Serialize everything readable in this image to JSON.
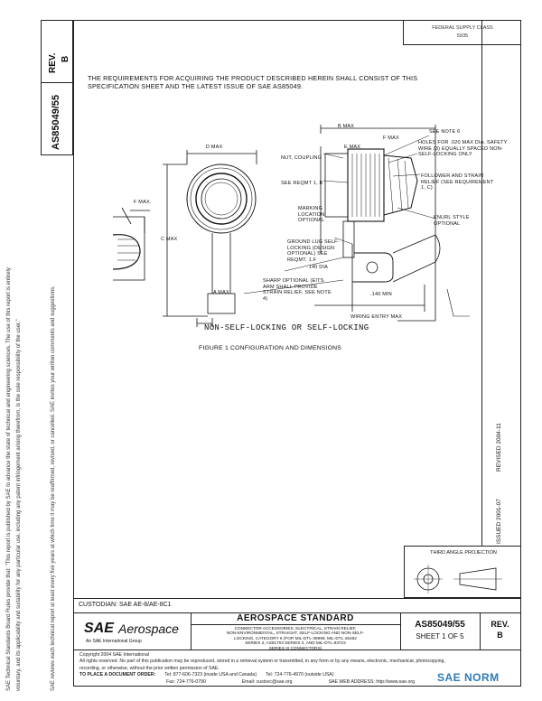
{
  "left_margin": {
    "rev_label": "REV.",
    "rev_value": "B",
    "doc_number": "AS85049/55",
    "notice_line1": "SAE Technical Standards Board Rules provide that: \"This report is published by SAE to advance the state of technical and engineering sciences. The use of this report is entirely",
    "notice_line2": "voluntary, and its applicability and suitability for any particular use, including any patent infringement arising therefrom, is the sole responsibility of the user.\"",
    "notice_line3": "SAE reviews each technical report at least every five years at which time it may be reaffirmed, revised, or cancelled. SAE invites your written comments and suggestions."
  },
  "header": {
    "fed_line1": "FEDERAL SUPPLY CLASS",
    "fed_line2": "5935"
  },
  "requirements_text": "THE REQUIREMENTS FOR ACQUIRING THE PRODUCT DESCRIBED HEREIN SHALL CONSIST OF THIS SPECIFICATION SHEET AND THE LATEST ISSUE OF SAE AS85049.",
  "drawing": {
    "b_max": "B MAX",
    "f_max_top": "F MAX",
    "see_note6": "SEE NOTE 6",
    "d_max": "D MAX",
    "e_max": "E MAX",
    "holes_note": "HOLES FOR .020 MAX DIA. SAFETY WIRE (3) EQUALLY SPACED NON-SELF-LOCKING ONLY",
    "nut_coupling": "NUT, COUPLING",
    "follower": "FOLLOWER AND STRAIN RELIEF (SEE REQUIREMENT 1, C)",
    "see_reqmt": "SEE REQMT 1, B",
    "f_max_left": "F MAX.",
    "marking": "MARKING LOCATION OPTIONAL",
    "knurl": "KNURL STYLE OPTIONAL",
    "c_max": "C MAX",
    "ground_lug": "GROUND LUG SELF-LOCKING (DESIGN OPTIONAL) SEE REQMT. 1.F",
    "dia": ".140 DIA",
    "a_max": "A MAX",
    "sharp_note": "SHARP OPTIONAL (EITS ARM SHALL PROVIDE STRAIN RELIEF, SEE NOTE 4)",
    "min_140": ".140 MIN",
    "wiring_entry": "WIRING ENTRY MAX",
    "config_label": "NON-SELF-LOCKING OR SELF-LOCKING"
  },
  "figure_caption": "FIGURE 1   CONFIGURATION AND DIMENSIONS",
  "right_column": {
    "issued": "ISSUED 2001-07",
    "revised": "REVISED 2004-11"
  },
  "third_angle": "THIRD ANGLE PROJECTION",
  "custodian": "CUSTODIAN:  SAE AE-8/AE-8C1",
  "title_block": {
    "logo_sae": "SAE",
    "logo_aero": "Aerospace",
    "logo_sub": "An SAE International Group",
    "standard_title": "AEROSPACE STANDARD",
    "desc_line1": "CONNECTOR ACCESSORIES, ELECTRICAL, STRAIN RELIEF,",
    "desc_line2": "NON-ENVIRONMENTAL, STRAIGHT, SELF-LOCKING AND NON-SELF-",
    "desc_line3": "LOCKING, CATEGORY 6 (FOR MIL-DTL-38999, MIL-DTL-26482",
    "desc_line4": "SERIES 2, AS81703 SERIES 3, AND MIL-DTL-83723",
    "desc_line5": "SERIES III CONNECTORS)",
    "doc_number": "AS85049/55",
    "sheet": "SHEET 1 OF 5",
    "rev_label": "REV.",
    "rev_value": "B"
  },
  "footer": {
    "copyright": "Copyright 2004 SAE International",
    "rights": "All rights reserved. No part of this publication may be reproduced, stored in a retrieval system or transmitted, in any form or by any means, electronic, mechanical, photocopying,",
    "rights2": "recording, or otherwise, without the prior written permission of SAE.",
    "order_label": "TO PLACE A DOCUMENT ORDER:",
    "tel": "Tel: 877-606-7323 (inside USA and Canada)",
    "tel2": "Tel: 724-776-4970 (outside USA)",
    "fax": "Fax: 724-776-0790",
    "email": "Email: custsvc@sae.org",
    "web": "SAE WEB ADDRESS: http://www.sae.org"
  },
  "watermark": "SAE NORM"
}
